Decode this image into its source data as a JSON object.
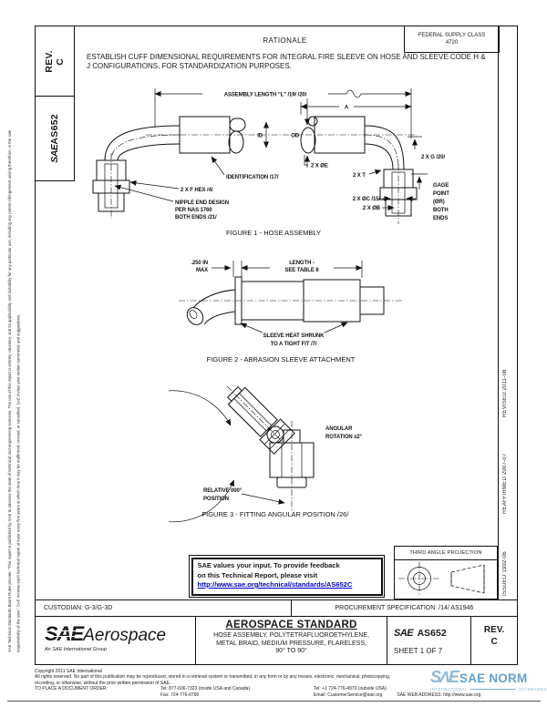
{
  "margins": {
    "disclaimer": "SAE Technical Standards Board Rules provide: \"This report is published by SAE to advance the state of technical and engineering sciences. The use of this report is entirely voluntary, and its applicability and suitability for any particular use, including any patent infringement arising therefrom, is the sole responsibility of the user.\" SAE reviews each technical report at least every five years at which time it may be reaffirmed, revised, or cancelled. SAE invites your written comments and suggestions.",
    "issued": "ISSUED 1992-06",
    "reaffirmed": "REAFFIRMED 2007-07",
    "revised": "REVISED 2011-08"
  },
  "side_tabs": {
    "rev_label": "REV.",
    "rev_value": "C",
    "sae": "SAE",
    "doc_number": "AS652"
  },
  "header": {
    "fsc_title": "FEDERAL SUPPLY CLASS",
    "fsc_code": "4720",
    "rationale_title": "RATIONALE",
    "rationale_line1": "ESTABLISH CUFF DIMENSIONAL REQUIREMENTS FOR INTEGRAL FIRE SLEEVE ON HOSE AND SLEEVE CODE H &",
    "rationale_line2": "J CONFIGURATIONS, FOR STANDARDIZATION PURPOSES."
  },
  "fig1": {
    "assembly_length": "ASSEMBLY LENGTH \"L\" /19/ /20/",
    "dim_a": "A",
    "id": "ID",
    "od": "OD",
    "dim_e": "2 X ØE",
    "dim_g": "2 X G /20/",
    "dim_t": "2 X T",
    "identification": "IDENTIFICATION /17/",
    "hex": "2 X F HEX /4/",
    "nipple_lines": [
      "NIPPLE END DESIGN",
      "PER NAS 1760",
      "BOTH ENDS /21/"
    ],
    "dim_c": "2 X ØC /15/",
    "dim_b": "2 X ØB",
    "gage_lines": [
      "GAGE",
      "POINT",
      "(ØR)",
      "BOTH",
      "ENDS"
    ],
    "caption": "FIGURE 1 - HOSE ASSEMBLY"
  },
  "fig2": {
    "max_lines": [
      ".250 IN",
      "MAX"
    ],
    "length_lines": [
      "LENGTH -",
      "SEE TABLE 6"
    ],
    "shrink_lines": [
      "SLEEVE HEAT SHRUNK",
      "TO A TIGHT FIT /7/"
    ],
    "caption": "FIGURE 2 - ABRASION SLEEVE ATTACHMENT"
  },
  "fig3": {
    "rotation_lines": [
      "ANGULAR",
      "ROTATION ±2°"
    ],
    "relative_lines": [
      "RELATIVE 000°",
      "POSITION"
    ],
    "caption": "FIGURE 3 - FITTING ANGULAR POSITION /26/"
  },
  "feedback": {
    "line1": "SAE values your input. To provide feedback",
    "line2": "on this Technical Report, please visit",
    "link": "http://www.sae.org/technical/standards/AS652C"
  },
  "projection": {
    "title": "THIRD ANGLE PROJECTION"
  },
  "title_block": {
    "custodian": "CUSTODIAN: G-3/G-3D",
    "procurement": "PROCUREMENT SPECIFICATION: /14/ AS1946",
    "logo_sae": "SAE",
    "logo_aerospace": "Aerospace",
    "logo_tagline": "An SAE International Group",
    "standard_type": "AEROSPACE STANDARD",
    "title_lines": [
      "HOSE ASSEMBLY, POLYTETRAFLUOROETHYLENE,",
      "METAL BRAID, MEDIUM PRESSURE, FLARELESS,",
      "90° TO 90°"
    ],
    "doc_sae": "SAE",
    "doc_number": "AS652",
    "sheet": "SHEET 1 OF 7",
    "rev_label": "REV.",
    "rev_value": "C"
  },
  "footer": {
    "copyright": "Copyright 2011 SAE International",
    "rights_line1": "All rights reserved. No part of this publication may be reproduced, stored in a retrieval system or transmitted, in any form or by any means, electronic, mechanical, photocopying,",
    "rights_line2": "recording, or otherwise, without the prior written permission of SAE.",
    "order_label": "TO PLACE A DOCUMENT ORDER:",
    "tel_inside": "Tel: 877-606-7323 (inside USA and Canada)",
    "tel_outside": "Tel: +1 724-776-4970 (outside USA)",
    "fax": "Fax: 724-776-0790",
    "email": "Email: CustomerService@sae.org",
    "web": "SAE WEB ADDRESS: http://www.sae.org"
  },
  "watermark": {
    "logo": "SΛE",
    "name": "SAE NORM",
    "sub_left": "INTERNATIONAL",
    "sub_right": "STANDARDS",
    "color": "#5d9bc9"
  },
  "colors": {
    "link_blue": "#0000cc",
    "ink": "#1a1a1a",
    "watermark_blue": "#5d9bc9"
  }
}
